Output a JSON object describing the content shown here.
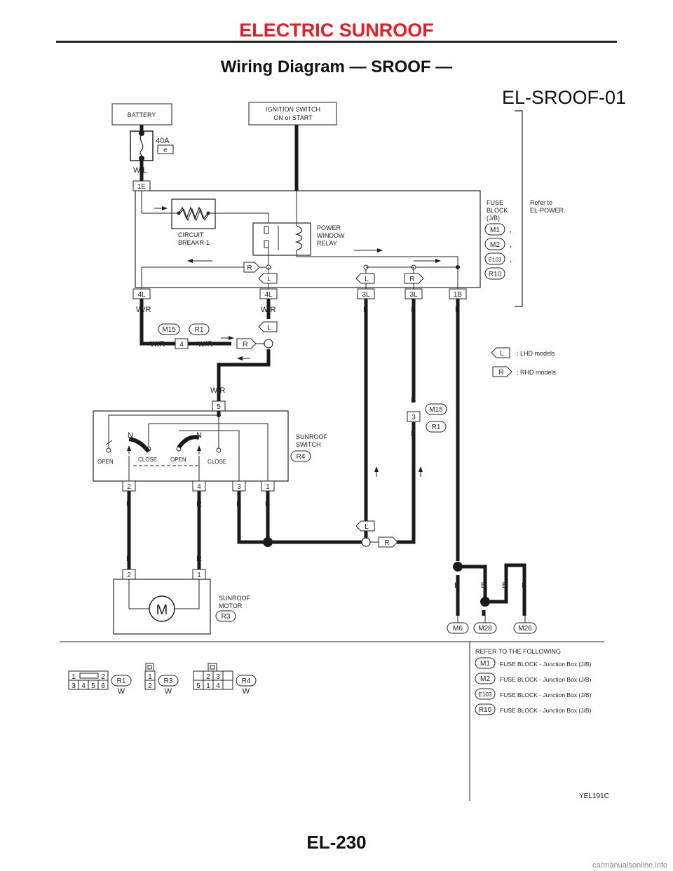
{
  "header": {
    "title": "ELECTRIC SUNROOF",
    "subtitle": "Wiring Diagram — SROOF —",
    "code": "EL-SROOF-01"
  },
  "footer": {
    "page": "EL-230",
    "image_code": "YEL191C",
    "watermark": "carmanualsonline.info"
  },
  "colors": {
    "header": "#e41e26",
    "wire": "#1a1a1a"
  },
  "components": {
    "battery": "BATTERY",
    "ignition": [
      "IGNITION SWITCH",
      "ON or START"
    ],
    "fuse_rating": "40A",
    "fuse_id": "e",
    "fuse_block": [
      "FUSE",
      "BLOCK",
      "(J/B)"
    ],
    "refer": [
      "Refer to",
      "EL-POWER."
    ],
    "circuit_breaker": [
      "CIRCUIT",
      "BREAKR-1"
    ],
    "relay": [
      "POWER",
      "WINDOW",
      "RELAY"
    ],
    "switch": [
      "SUNROOF",
      "SWITCH"
    ],
    "motor": [
      "SUNROOF",
      "MOTOR"
    ],
    "motor_symbol": "M"
  },
  "connectors": {
    "fb": [
      "M1",
      "M2",
      "E103",
      "R10"
    ],
    "switch": "R4",
    "motor": "R3",
    "m15": "M15",
    "r1": "R1",
    "grounds": [
      "M6",
      "M28",
      "M26"
    ]
  },
  "terminals": {
    "t1E": "1E",
    "t4L": "4L",
    "t3L": "3L",
    "t1B": "1B",
    "joint": "4",
    "sw5": "5",
    "sw2": "2",
    "sw4": "4",
    "sw3": "3",
    "sw1": "1",
    "jc3": "3",
    "m2": "2",
    "m1": "1"
  },
  "wires": {
    "WL": "W/L",
    "WR": "W/R",
    "B": "B",
    "L": "L",
    "R": "R"
  },
  "switch_labels": {
    "open": "OPEN",
    "close": "CLOSE",
    "n": "N"
  },
  "legend": {
    "L": ": LHD models",
    "R": ": RHD models"
  },
  "refer_table": {
    "title": "REFER TO THE FOLLOWING",
    "rows": [
      {
        "code": "M1",
        "text": "FUSE BLOCK - Junction Box (J/B)"
      },
      {
        "code": "M2",
        "text": "FUSE BLOCK - Junction Box (J/B)"
      },
      {
        "code": "E103",
        "text": "FUSE BLOCK - Junction Box (J/B)"
      },
      {
        "code": "R10",
        "text": "FUSE BLOCK - Junction Box (J/B)"
      }
    ]
  },
  "connector_views": [
    {
      "code": "R1",
      "color": "W",
      "pins": [
        "1",
        "2",
        "3",
        "4",
        "5",
        "6"
      ]
    },
    {
      "code": "R3",
      "color": "W",
      "pins": [
        "1",
        "2"
      ]
    },
    {
      "code": "R4",
      "color": "W",
      "pins": [
        "2",
        "3",
        "5",
        "1",
        "4"
      ]
    }
  ]
}
